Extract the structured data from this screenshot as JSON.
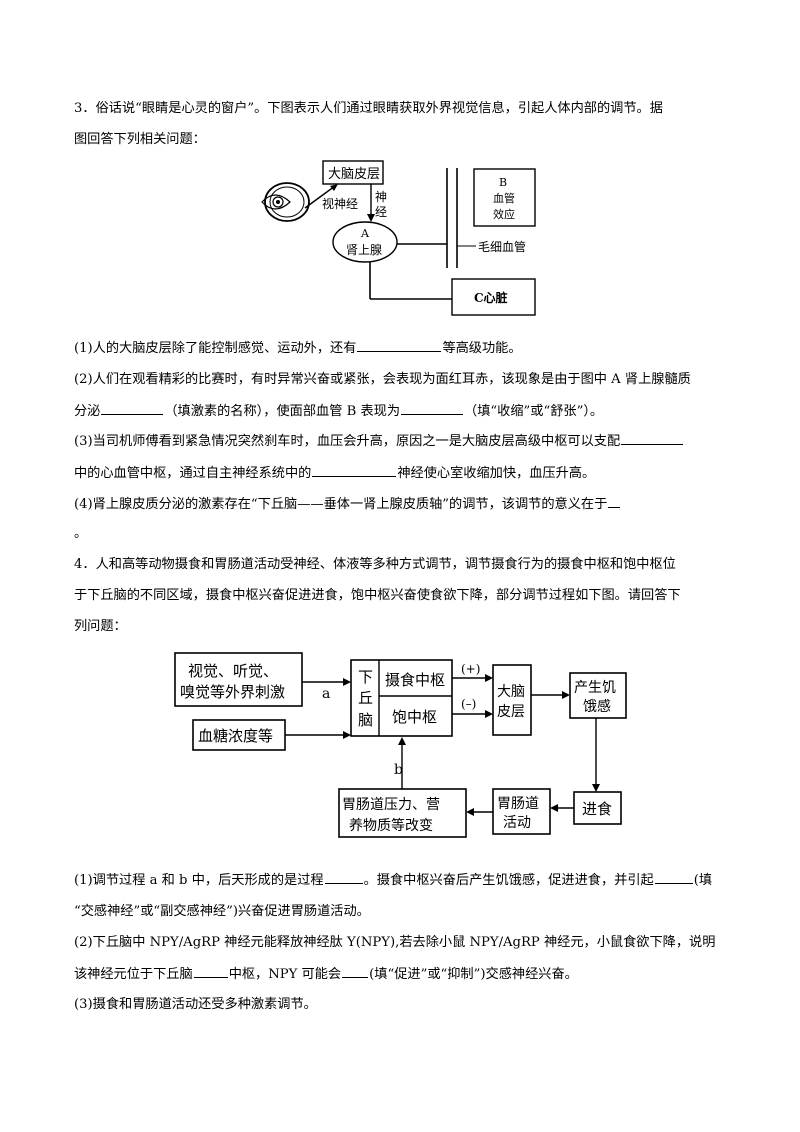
{
  "q3": {
    "intro_line1": "3．俗话说“眼睛是心灵的窗户”。下图表示人们通过眼睛获取外界视觉信息，引起人体内部的调节。据",
    "intro_line2": "图回答下列相关问题：",
    "diagram": {
      "cortex": "大脑皮层",
      "optic_nerve": "视神经",
      "nerve_char1": "神",
      "nerve_char2": "经",
      "a_letter": "A",
      "a_label": "肾上腺",
      "b_letter": "B",
      "b_line1": "血管",
      "b_line2": "效应",
      "capillary": "毛细血管",
      "c_label": "C心脏"
    },
    "sub1_pre": "(1)人的大脑皮层除了能控制感觉、运动外，还有",
    "sub1_post": "等高级功能。",
    "sub2_line1": "(2)人们在观看精彩的比赛时，有时异常兴奋或紧张，会表现为面红耳赤，该现象是由于图中 A 肾上腺髓质",
    "sub2_a": "分泌",
    "sub2_b": "（填激素的名称），使面部血管 B 表现为",
    "sub2_c": "（填“收缩”或“舒张”）。",
    "sub3_line1_pre": "(3)当司机师傅看到紧急情况突然刹车时，血压会升高，原因之一是大脑皮层高级中枢可以支配",
    "sub3_line2_pre": "中的心血管中枢，通过自主神经系统中的",
    "sub3_line2_post": "神经使心室收缩加快，血压升高。",
    "sub4_line1": "(4)肾上腺皮质分泌的激素存在“下丘脑——垂体一肾上腺皮质轴”的调节，该调节的意义在于",
    "sub4_line2": "。"
  },
  "q4": {
    "intro_line1": "4．人和高等动物摄食和胃肠道活动受神经、体液等多种方式调节，调节摄食行为的摄食中枢和饱中枢位",
    "intro_line2": "于下丘脑的不同区域，摄食中枢兴奋促进进食，饱中枢兴奋使食欲下降，部分调节过程如下图。请回答下",
    "intro_line3": "列问题：",
    "diagram": {
      "stimulus_line1": "视觉、听觉、",
      "stimulus_line2": "嗅觉等外界刺激",
      "label_a": "a",
      "blood_sugar": "血糖浓度等",
      "hypothalamus_1": "下",
      "hypothalamus_2": "丘",
      "hypothalamus_3": "脑",
      "feeding_center": "摄食中枢",
      "satiety_center": "饱中枢",
      "plus": "(+)",
      "minus": "(–)",
      "cortex_line1": "大脑",
      "cortex_line2": "皮层",
      "hunger_line1": "产生饥",
      "hunger_line2": "饿感",
      "eating": "进食",
      "gi_line1": "胃肠道",
      "gi_line2": "活动",
      "pressure_line1": "胃肠道压力、营",
      "pressure_line2": "养物质等改变",
      "label_b": "b"
    },
    "sub1_line1_a": "(1)调节过程 a 和 b 中，后天形成的是过程",
    "sub1_line1_b": "。摄食中枢兴奋后产生饥饿感，促进进食，并引起",
    "sub1_line1_c": "(填",
    "sub1_line2": "“交感神经”或“副交感神经”)兴奋促进胃肠道活动。",
    "sub2_line1": "(2)下丘脑中 NPY/AgRP 神经元能释放神经肽 Y(NPY),若去除小鼠 NPY/AgRP 神经元，小鼠食欲下降，说明",
    "sub2_line2_a": "该神经元位于下丘脑",
    "sub2_line2_b": "中枢，NPY  可能会",
    "sub2_line2_c": "(填“促进”或“抑制”)交感神经兴奋。",
    "sub3_line1": "(3)摄食和胃肠道活动还受多种激素调节。"
  }
}
